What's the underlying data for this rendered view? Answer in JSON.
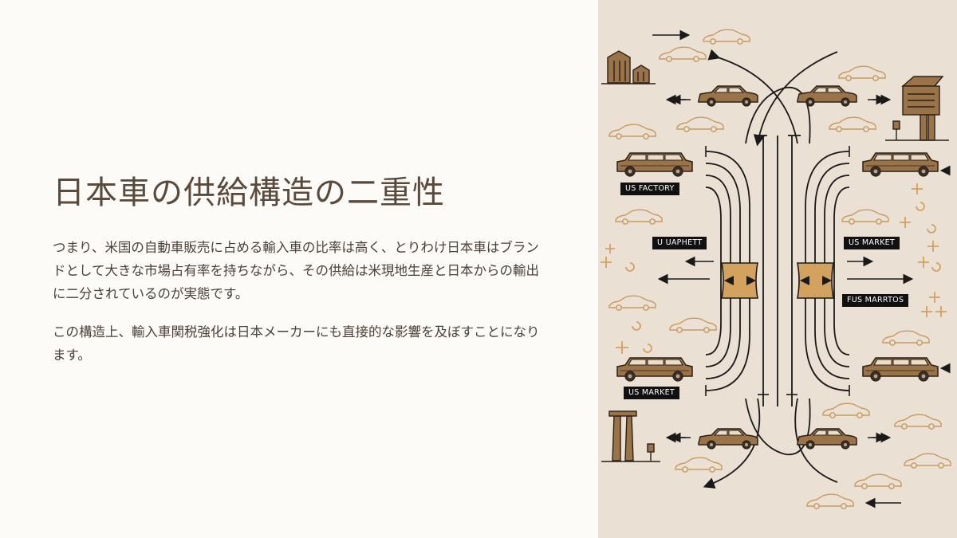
{
  "slide": {
    "title": "日本車の供給構造の二重性",
    "paragraphs": [
      "つまり、米国の自動車販売に占める輸入車の比率は高く、とりわけ日本車はブランドとして大きな市場占有率を持ちながら、その供給は米現地生産と日本からの輸出に二分されているのが実態です。",
      "この構造上、輸入車関税強化は日本メーカーにも直接的な影響を及ぼすことになります。"
    ]
  },
  "illustration": {
    "labels": {
      "us_factory": "US FACTORY",
      "u_uaphett": "U  UAPHETT",
      "us_market_right": "US MARKET",
      "fus_marrtos": "FUS MARRTOS",
      "us_market_bottom": "US MARKET"
    },
    "colors": {
      "background": "#ebe0d4",
      "car_fill": "#9a7348",
      "car_outline": "#c79a5e",
      "label_bg": "#111111"
    }
  }
}
